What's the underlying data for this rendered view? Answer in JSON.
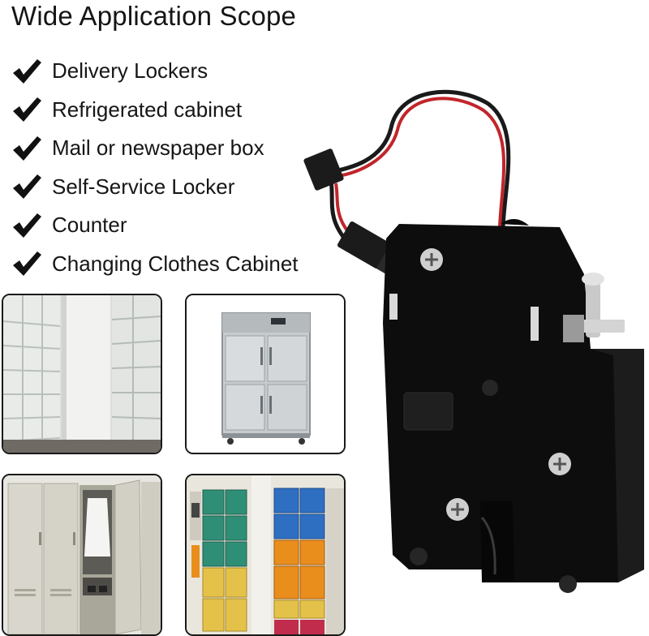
{
  "title": "Wide Application Scope",
  "features": [
    {
      "label": "Delivery Lockers",
      "icon": "check-icon"
    },
    {
      "label": "Refrigerated cabinet",
      "icon": "check-icon"
    },
    {
      "label": "Mail or newspaper box",
      "icon": "check-icon"
    },
    {
      "label": "Self-Service Locker",
      "icon": "check-icon"
    },
    {
      "label": "Counter",
      "icon": "check-icon"
    },
    {
      "label": "Changing Clothes Cabinet",
      "icon": "check-icon"
    }
  ],
  "colors": {
    "text": "#161616",
    "lock_body": "#0d0d0d",
    "wire_red": "#c0262b",
    "wire_black": "#1a1a1a",
    "locker_green": "#2f8f76",
    "locker_blue": "#2f6fc1",
    "locker_orange": "#e98d1d",
    "locker_yellow": "#e4c24a"
  }
}
